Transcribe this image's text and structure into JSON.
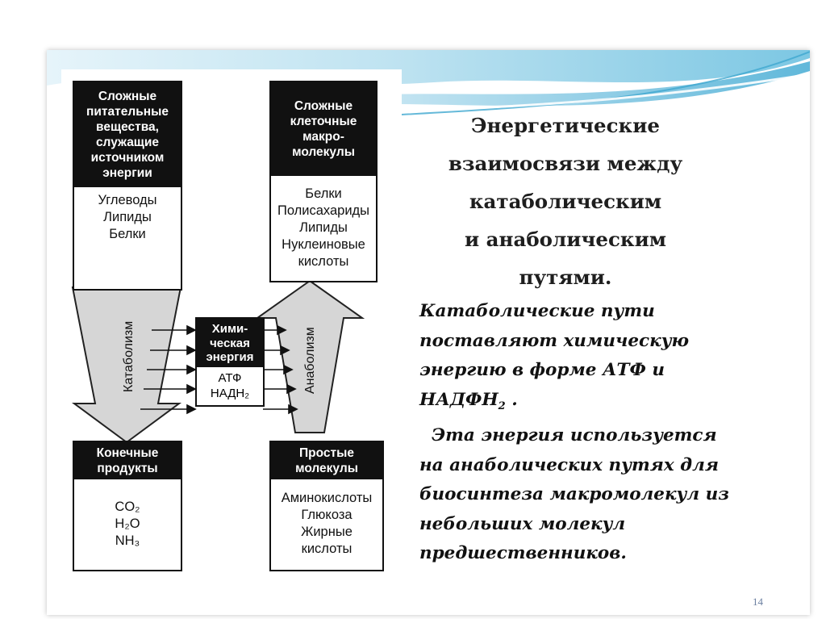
{
  "diagram": {
    "nutrients": {
      "header": [
        "Сложные",
        "питательные",
        "вещества,",
        "служащие",
        "источником",
        "энергии"
      ],
      "items": [
        "Углеводы",
        "Липиды",
        "Белки"
      ]
    },
    "macromolecules": {
      "header": [
        "Сложные",
        "клеточные",
        "макро-",
        "молекулы"
      ],
      "items": [
        "Белки",
        "Полисахариды",
        "Липиды",
        "Нуклеиновые",
        "кислоты"
      ]
    },
    "energy": {
      "header": [
        "Хими-",
        "ческая",
        "энергия"
      ],
      "items": [
        "АТФ",
        "НАДН₂"
      ]
    },
    "end_products": {
      "header": [
        "Конечные",
        "продукты"
      ],
      "items": [
        "CO₂",
        "H₂O",
        "NH₃"
      ]
    },
    "simple_molecules": {
      "header": [
        "Простые",
        "молекулы"
      ],
      "items": [
        "Аминокислоты",
        "Глюкоза",
        "Жирные",
        "кислоты"
      ]
    },
    "catabolism_label": "Катаболизм",
    "anabolism_label": "Анаболизм"
  },
  "title": [
    "Энергетические",
    "взаимосвязи между",
    "катаболическим",
    "и анаболическим",
    "путями."
  ],
  "paragraph": {
    "line1": "Катаболические пути",
    "line2": "поставляют химическую",
    "line3": "энергию в форме АТФ и",
    "line4_main": "НАДФН",
    "line4_sub": "2",
    "line4_end": " .",
    "line5": "  Эта энергия используется",
    "line6": "на анаболических путях для",
    "line7": "биосинтеза макромолекул из",
    "line8": "небольших молекул",
    "line9": "предшественников."
  },
  "page_number": "14",
  "colors": {
    "wave_light": "#cfe9f3",
    "wave_mid": "#8fcfe6",
    "wave_dark": "#3fa8cf",
    "box_header": "#111111",
    "arrow_fill": "#d8d8d8"
  }
}
